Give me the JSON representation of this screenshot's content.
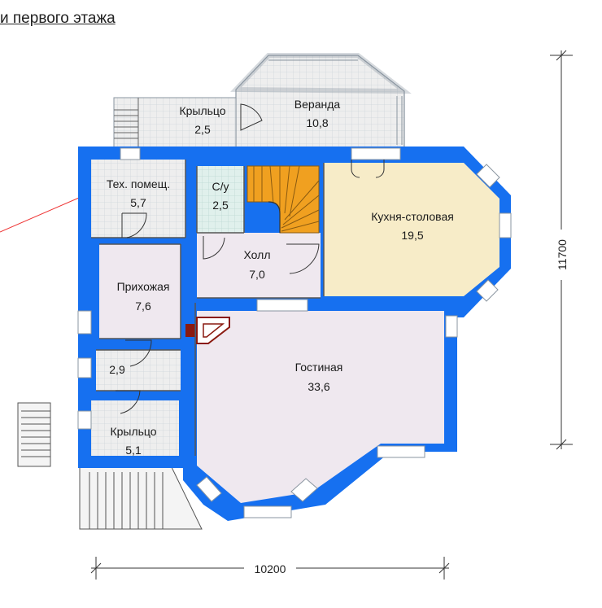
{
  "title": "и первого этажа",
  "colors": {
    "wall": "#1670f0",
    "window_frame": "#ffffff",
    "tile": "#ececec",
    "tile_line": "#cfd7df",
    "kitchen": "#f7ecc8",
    "living": "#efe8ef",
    "bath": "#dff0ec",
    "stair": "#f0a020",
    "fireplace": "#8a1a10"
  },
  "rooms": {
    "porch_top": {
      "name": "Крыльцо",
      "area": "2,5"
    },
    "veranda": {
      "name": "Веранда",
      "area": "10,8"
    },
    "tech": {
      "name": "Тех. помещ.",
      "area": "5,7"
    },
    "bath": {
      "name": "С/у",
      "area": "2,5"
    },
    "kitchen": {
      "name": "Кухня-столовая",
      "area": "19,5"
    },
    "hall": {
      "name": "Холл",
      "area": "7,0"
    },
    "entry": {
      "name": "Прихожая",
      "area": "7,6"
    },
    "closet": {
      "name": "",
      "area": "2,9"
    },
    "living": {
      "name": "Гостиная",
      "area": "33,6"
    },
    "porch_bottom": {
      "name": "Крыльцо",
      "area": "5,1"
    }
  },
  "dimensions": {
    "width": "10200",
    "height": "11700"
  }
}
